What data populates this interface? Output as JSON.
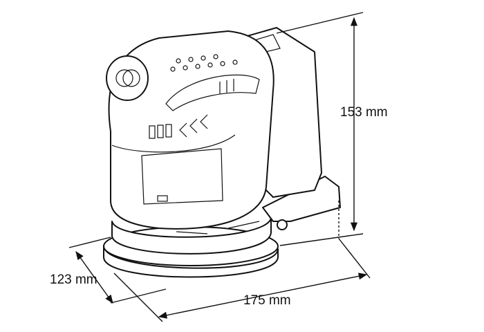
{
  "dimensions": {
    "height": "153 mm",
    "width": "123 mm",
    "length": "175 mm"
  },
  "subject_icon": "orbital-sander-drawing-icon",
  "colors": {
    "line": "#111111",
    "background": "#ffffff"
  }
}
